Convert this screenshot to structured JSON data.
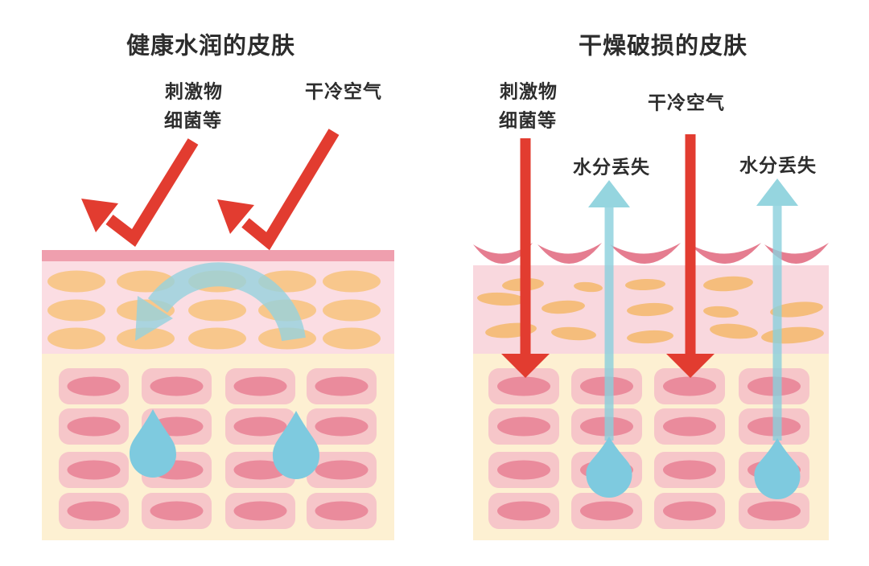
{
  "diagram": {
    "left_panel": {
      "title": "健康水润的皮肤",
      "label_irritants_line1": "刺激物",
      "label_irritants_line2": "细菌等",
      "label_cold_air": "干冷空气"
    },
    "right_panel": {
      "title": "干燥破损的皮肤",
      "label_irritants_line1": "刺激物",
      "label_irritants_line2": "细菌等",
      "label_cold_air": "干冷空气",
      "label_water_loss_left": "水分丢失",
      "label_water_loss_right": "水分丢失"
    },
    "colors": {
      "background": "#ffffff",
      "text": "#2d2d2d",
      "red_arrow": "#e23c30",
      "water_drop": "#7ecadf",
      "water_loss_arrow": "#8ad0dc",
      "moisture_arc": "#96d2dd",
      "surface_bar": "#ef9fae",
      "epidermis_left": "#fbdde3",
      "epidermis_right": "#f9d8de",
      "dermis": "#fdf0d2",
      "lipid_oval_left": "#f8c78c",
      "lipid_oval_right": "#f5bd7c",
      "cell_fill": "#f6c6c9",
      "cell_nucleus": "#ea8b9c",
      "crack_flake": "#e57d90"
    }
  }
}
